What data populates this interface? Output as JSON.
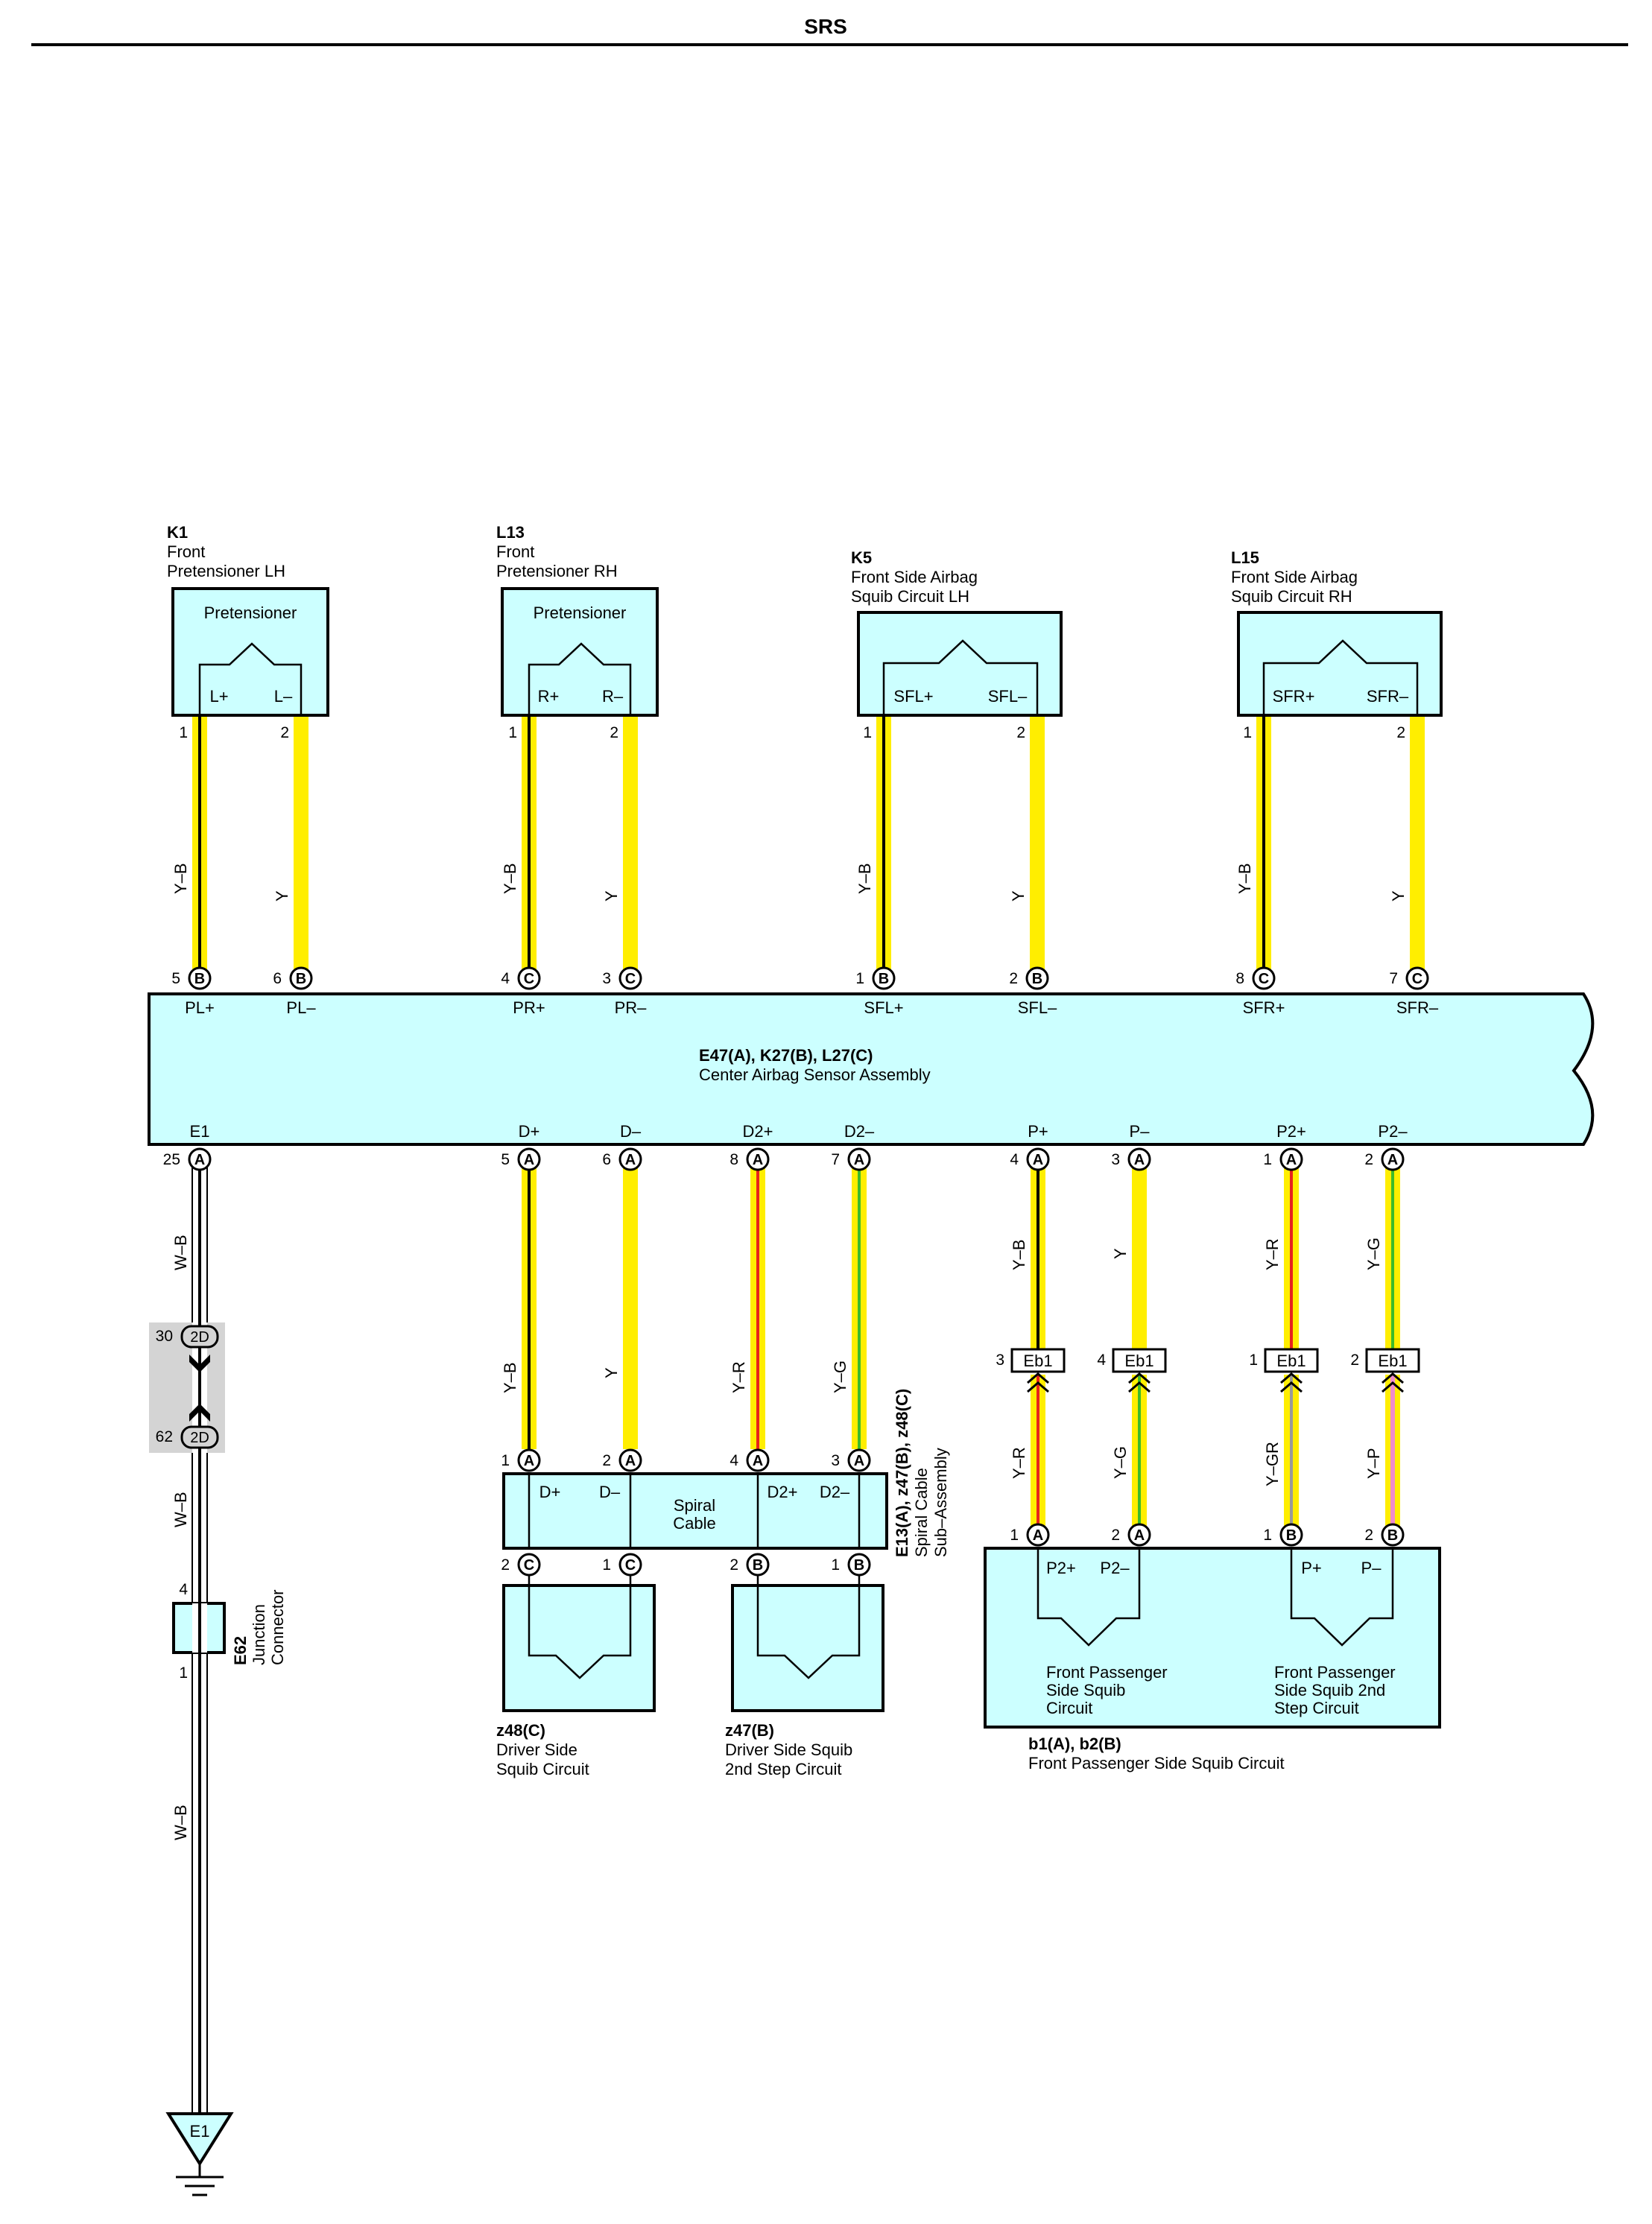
{
  "header": {
    "title": "SRS"
  },
  "components": {
    "k1": {
      "id": "K1",
      "line1": "Front",
      "line2": "Pretensioner LH",
      "inner": "Pretensioner",
      "pin_a": "L+",
      "pin_b": "L–"
    },
    "l13": {
      "id": "L13",
      "line1": "Front",
      "line2": "Pretensioner RH",
      "inner": "Pretensioner",
      "pin_a": "R+",
      "pin_b": "R–"
    },
    "k5": {
      "id": "K5",
      "line1": "Front Side Airbag",
      "line2": "Squib Circuit LH",
      "pin_a": "SFL+",
      "pin_b": "SFL–"
    },
    "l15": {
      "id": "L15",
      "line1": "Front Side Airbag",
      "line2": "Squib Circuit RH",
      "pin_a": "SFR+",
      "pin_b": "SFR–"
    },
    "sensor": {
      "id": "E47(A), K27(B), L27(C)",
      "name": "Center Airbag Sensor Assembly",
      "top_terms": [
        "PL+",
        "PL–",
        "PR+",
        "PR–",
        "SFL+",
        "SFL–",
        "SFR+",
        "SFR–"
      ],
      "bottom_terms": [
        "E1",
        "D+",
        "D–",
        "D2+",
        "D2–",
        "P+",
        "P–",
        "P2+",
        "P2–"
      ]
    },
    "spiral": {
      "name_1": "Spiral",
      "name_2": "Cable",
      "terms": [
        "D+",
        "D–",
        "D2+",
        "D2–"
      ],
      "id": "E13(A), z47(B), z48(C)",
      "desc_1": "Spiral Cable",
      "desc_2": "Sub–Assembly"
    },
    "z48": {
      "id": "z48(C)",
      "line1": "Driver Side",
      "line2": "Squib Circuit"
    },
    "z47": {
      "id": "z47(B)",
      "line1": "Driver Side Squib",
      "line2": "2nd Step Circuit"
    },
    "b1": {
      "id": "b1(A), b2(B)",
      "name": "Front Passenger Side Squib Circuit",
      "terms": [
        "P2+",
        "P2–",
        "P+",
        "P–"
      ],
      "left_1": "Front Passenger",
      "left_2": "Side Squib",
      "left_3": "Circuit",
      "right_1": "Front Passenger",
      "right_2": "Side Squib 2nd",
      "right_3": "Step Circuit"
    },
    "e62": {
      "id": "E62",
      "line1": "Junction",
      "line2": "Connector",
      "pin_top": "4",
      "pin_bottom": "1"
    },
    "ground": {
      "label": "E1"
    }
  },
  "pins": {
    "top_comp": [
      "1",
      "2",
      "1",
      "2",
      "1",
      "2",
      "1",
      "2"
    ],
    "sensor_top": [
      {
        "num": "5",
        "conn": "B"
      },
      {
        "num": "6",
        "conn": "B"
      },
      {
        "num": "4",
        "conn": "C"
      },
      {
        "num": "3",
        "conn": "C"
      },
      {
        "num": "1",
        "conn": "B"
      },
      {
        "num": "2",
        "conn": "B"
      },
      {
        "num": "8",
        "conn": "C"
      },
      {
        "num": "7",
        "conn": "C"
      }
    ],
    "sensor_bottom": [
      {
        "num": "25",
        "conn": "A"
      },
      {
        "num": "5",
        "conn": "A"
      },
      {
        "num": "6",
        "conn": "A"
      },
      {
        "num": "8",
        "conn": "A"
      },
      {
        "num": "7",
        "conn": "A"
      },
      {
        "num": "4",
        "conn": "A"
      },
      {
        "num": "3",
        "conn": "A"
      },
      {
        "num": "1",
        "conn": "A"
      },
      {
        "num": "2",
        "conn": "A"
      }
    ],
    "spiral_top": [
      {
        "num": "1",
        "conn": "A"
      },
      {
        "num": "2",
        "conn": "A"
      },
      {
        "num": "4",
        "conn": "A"
      },
      {
        "num": "3",
        "conn": "A"
      }
    ],
    "spiral_bottom": [
      {
        "num": "2",
        "conn": "C"
      },
      {
        "num": "1",
        "conn": "C"
      },
      {
        "num": "2",
        "conn": "B"
      },
      {
        "num": "1",
        "conn": "B"
      }
    ],
    "eb1": [
      {
        "num": "3",
        "label": "Eb1"
      },
      {
        "num": "4",
        "label": "Eb1"
      },
      {
        "num": "1",
        "label": "Eb1"
      },
      {
        "num": "2",
        "label": "Eb1"
      }
    ],
    "b1_top": [
      {
        "num": "1",
        "conn": "A"
      },
      {
        "num": "2",
        "conn": "A"
      },
      {
        "num": "1",
        "conn": "B"
      },
      {
        "num": "2",
        "conn": "B"
      }
    ],
    "junction_2d": [
      {
        "num": "30",
        "conn": "2D"
      },
      {
        "num": "62",
        "conn": "2D"
      }
    ]
  },
  "wires": {
    "top": [
      "Y–B",
      "Y",
      "Y–B",
      "Y",
      "Y–B",
      "Y",
      "Y–B",
      "Y"
    ],
    "driver": [
      "Y–B",
      "Y",
      "Y–R",
      "Y–G"
    ],
    "passenger_upper": [
      "Y–B",
      "Y",
      "Y–R",
      "Y–G"
    ],
    "passenger_lower": [
      "Y–R",
      "Y–G",
      "Y–GR",
      "Y–P"
    ],
    "ground": [
      "W–B",
      "W–B",
      "W–B"
    ]
  },
  "colors": {
    "yellow": "#ffee00",
    "black": "#000000",
    "red": "#e8231c",
    "green": "#3dbb2a",
    "grey": "#9a9a9a",
    "pink": "#f08ccc",
    "white": "#ffffff",
    "box_fill": "#ccffff",
    "junction_fill": "#d4d4d4"
  }
}
